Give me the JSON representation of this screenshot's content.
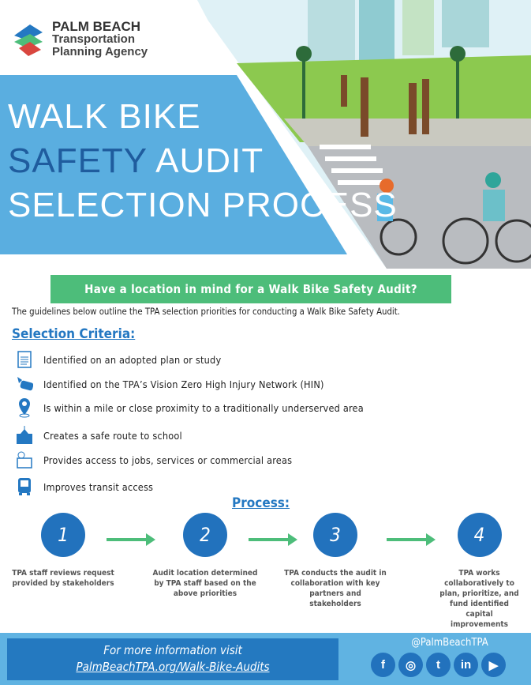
{
  "logo": {
    "line1": "PALM BEACH",
    "line2": "Transportation",
    "line3": "Planning Agency"
  },
  "title": {
    "line1": "WALK BIKE",
    "line2a": "SAFETY",
    "line2b": " AUDIT",
    "line3": "SELECTION PROCESS"
  },
  "banner": "Have a location in mind for a Walk Bike Safety Audit?",
  "intro": "The guidelines below outline the TPA selection priorities for conducting a Walk Bike Safety Audit.",
  "criteria_heading": "Selection Criteria:",
  "criteria": [
    {
      "icon": "document-icon",
      "label": "Identified on an adopted plan or study"
    },
    {
      "icon": "car-crash-icon",
      "label": "Identified on the TPA’s Vision Zero High Injury Network (HIN)"
    },
    {
      "icon": "map-pin-icon",
      "label": "Is within a mile or close proximity to a traditionally underserved area"
    },
    {
      "icon": "school-icon",
      "label": "Creates a safe route to school"
    },
    {
      "icon": "storefront-icon",
      "label": "Provides access to jobs, services or commercial areas"
    },
    {
      "icon": "bus-icon",
      "label": "Improves transit access"
    }
  ],
  "process_heading": "Process:",
  "steps": [
    {
      "num": "1",
      "text": "TPA staff reviews request provided by stakeholders"
    },
    {
      "num": "2",
      "text": "Audit location determined by TPA staff based on the above priorities"
    },
    {
      "num": "3",
      "text": "TPA conducts the audit in collaboration with key partners and stakeholders"
    },
    {
      "num": "4",
      "text": "TPA works collaboratively to plan, prioritize, and fund identified capital improvements"
    }
  ],
  "footer": {
    "line1": "For more information visit",
    "link": "PalmBeachTPA.org/Walk-Bike-Audits",
    "handle": "@PalmBeachTPA",
    "social": [
      {
        "name": "facebook",
        "glyph": "f"
      },
      {
        "name": "instagram",
        "glyph": "◎"
      },
      {
        "name": "twitter",
        "glyph": "t"
      },
      {
        "name": "linkedin",
        "glyph": "in"
      },
      {
        "name": "youtube",
        "glyph": "▶"
      }
    ]
  }
}
